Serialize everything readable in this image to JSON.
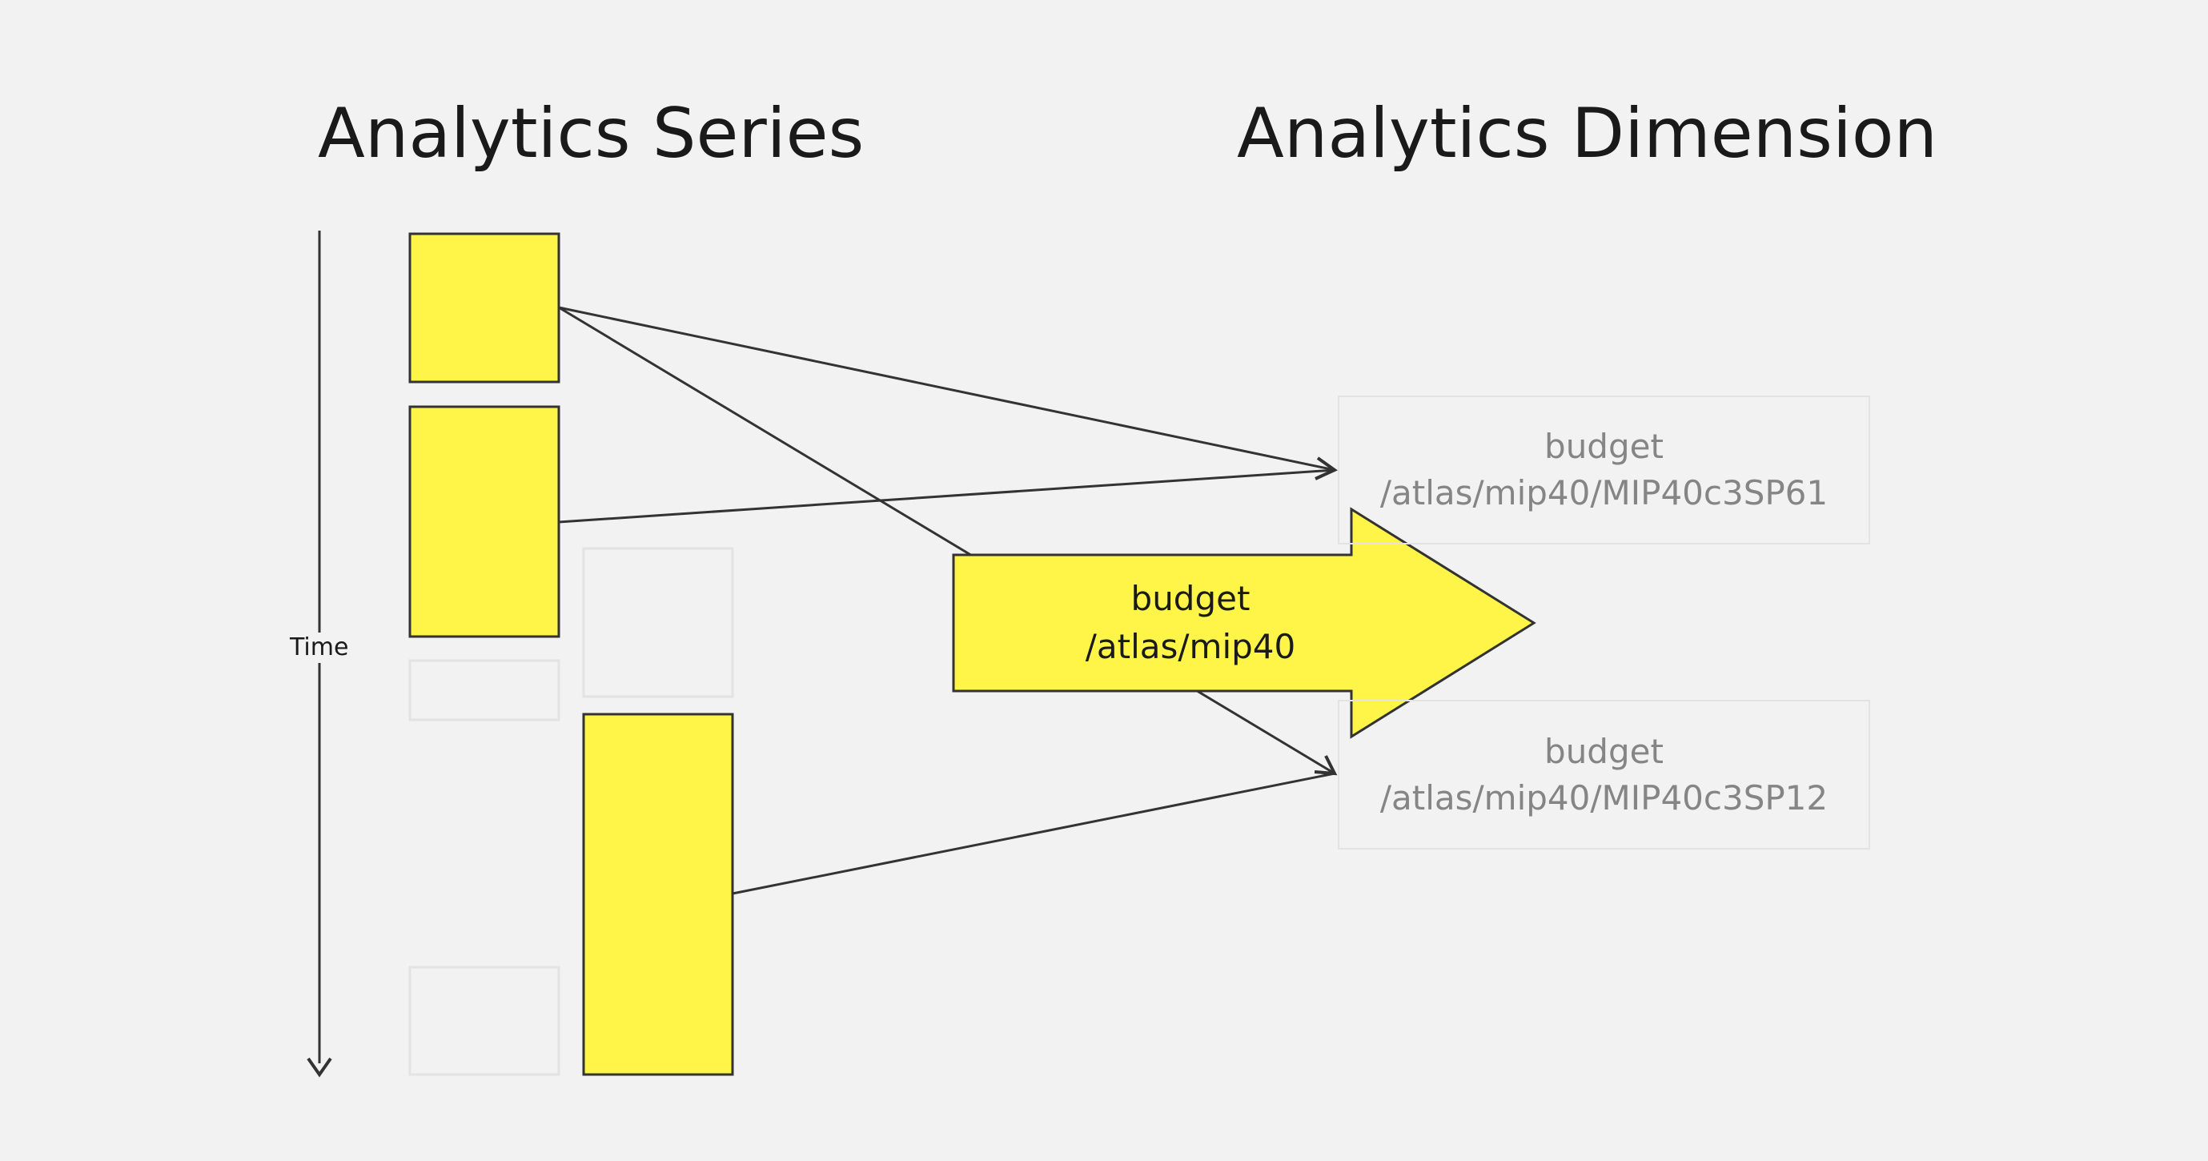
{
  "titles": {
    "series": "Analytics Series",
    "dimension": "Analytics Dimension"
  },
  "axis": {
    "time_label": "Time"
  },
  "dimension_items": [
    {
      "line1": "budget",
      "line2": "/atlas/mip40/MIP40c3SP61"
    },
    {
      "line1": "budget",
      "line2": "/atlas/mip40/MIP40c3SP12"
    }
  ],
  "parent_arrow": {
    "line1": "budget",
    "line2": "/atlas/mip40"
  },
  "colors": {
    "background": "#f2f2f2",
    "series_fill": "#fff548",
    "stroke": "#333333",
    "ghost_border": "#e3e3e3",
    "dimension_text": "#858585"
  }
}
